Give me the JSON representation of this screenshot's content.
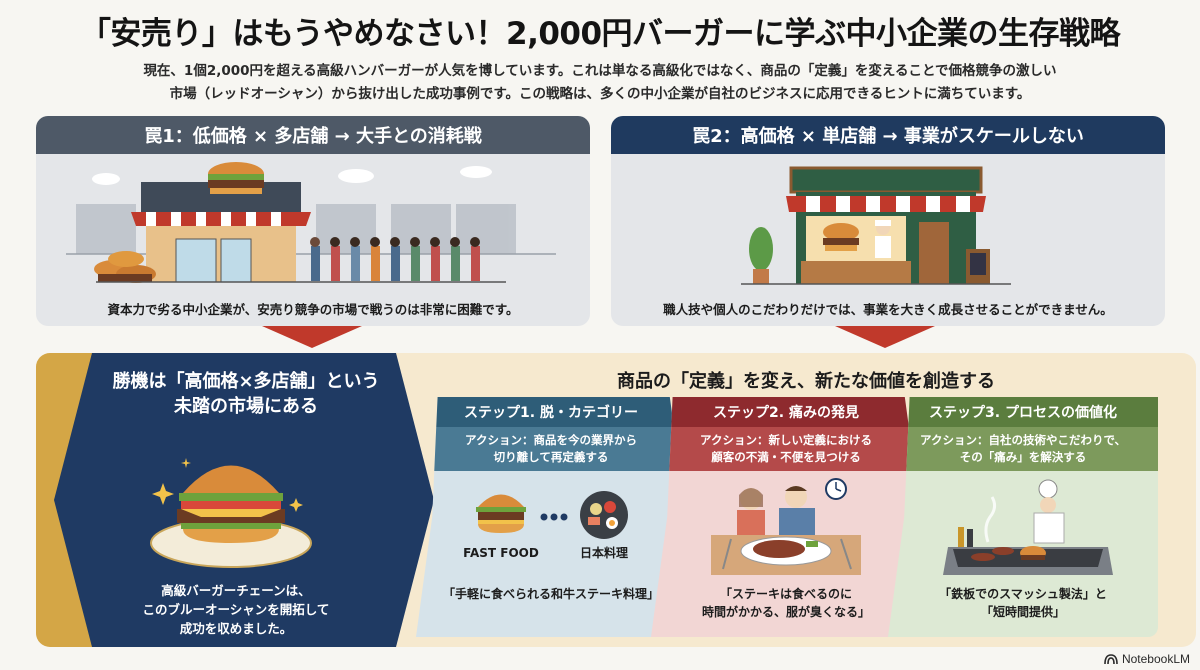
{
  "header": {
    "title": "「安売り」はもうやめなさい！2,000円バーガーに学ぶ中小企業の生存戦略",
    "subtitle_line1": "現在、1個2,000円を超える高級ハンバーガーが人気を博しています。これは単なる高級化ではなく、商品の「定義」を変えることで価格競争の激しい",
    "subtitle_line2": "市場（レッドオーシャン）から抜け出した成功事例です。この戦略は、多くの中小企業が自社のビジネスに応用できるヒントに満ちています。"
  },
  "traps": [
    {
      "heading": "罠1：低価格 × 多店舗 → 大手との消耗戦",
      "caption": "資本力で劣る中小企業が、安売り競争の市場で戦うのは非常に困難です。",
      "illustration": "chain-burger-store-with-queue"
    },
    {
      "heading": "罠2：高価格 × 単店舗 → 事業がスケールしない",
      "caption": "職人技や個人のこだわりだけでは、事業を大きく成長させることができません。",
      "illustration": "single-artisan-burger-shop"
    }
  ],
  "opportunity": {
    "title_line1": "勝機は「高価格×多店舗」という",
    "title_line2": "未踏の市場にある",
    "caption_line1": "高級バーガーチェーンは、",
    "caption_line2": "このブルーオーシャンを開拓して",
    "caption_line3": "成功を収めました。",
    "illustration": "premium-burger-on-plate"
  },
  "strategy": {
    "heading": "商品の「定義」を変え、新たな価値を創造する",
    "steps": [
      {
        "title": "ステップ1. 脱・カテゴリー",
        "action_line1": "アクション：商品を今の業界から",
        "action_line2": "切り離して再定義する",
        "label_left": "FAST FOOD",
        "label_right": "日本料理",
        "caption_line1": "「手軽に食べられる和牛ステーキ料理」",
        "caption_line2": ""
      },
      {
        "title": "ステップ2. 痛みの発見",
        "action_line1": "アクション：新しい定義における",
        "action_line2": "顧客の不満・不便を見つける",
        "caption_line1": "「ステーキは食べるのに",
        "caption_line2": "時間がかかる、服が臭くなる」"
      },
      {
        "title": "ステップ3. プロセスの価値化",
        "action_line1": "アクション：自社の技術やこだわりで、",
        "action_line2": "その「痛み」を解決する",
        "caption_line1": "「鉄板でのスマッシュ製法」と",
        "caption_line2": "「短時間提供」"
      }
    ]
  },
  "branding": {
    "label": "NotebookLM"
  },
  "colors": {
    "trap1_header": "#4e5967",
    "trap2_header": "#1f3a5f",
    "arrow": "#c0392b",
    "hex_navy": "#1f3a63",
    "gold": "#d4a646",
    "step1": "#2e5d78",
    "step2": "#8e2a2e",
    "step3": "#5b7d3e"
  }
}
